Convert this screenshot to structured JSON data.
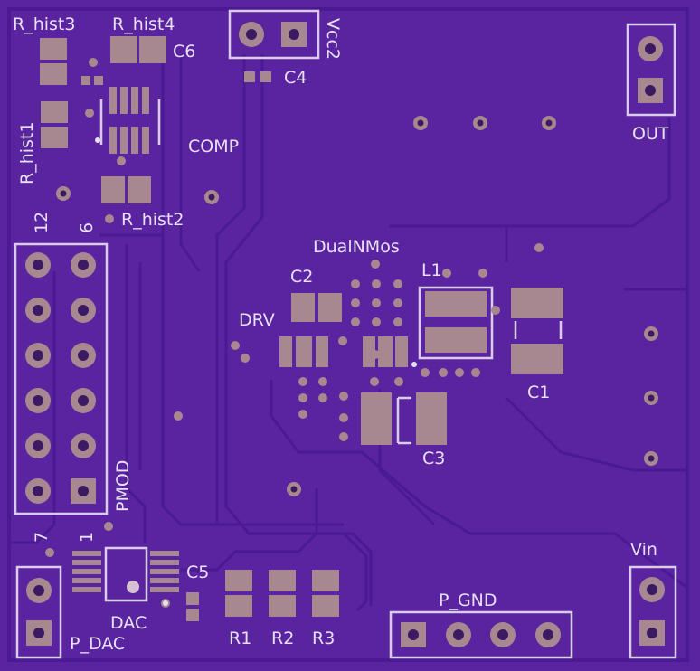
{
  "board": {
    "colors": {
      "board": "#5a24a0",
      "outline": "#3b1d72",
      "trace": "#4d1a95",
      "pad": "#a88890",
      "silk": "#e8e1f4",
      "hole": "#3b1a62"
    },
    "labels": {
      "r_hist3": "R_hist3",
      "r_hist4": "R_hist4",
      "c6": "C6",
      "vcc2": "Vcc2",
      "c4": "C4",
      "out": "OUT",
      "r_hist1": "R_hist1",
      "comp": "COMP",
      "r_hist2": "R_hist2",
      "pin12": "12",
      "pin6": "6",
      "dualnmos": "DualNMos",
      "l1": "L1",
      "c2": "C2",
      "drv": "DRV",
      "c1": "C1",
      "c3": "C3",
      "pmod": "PMOD",
      "pin7": "7",
      "pin1": "1",
      "c5": "C5",
      "dac": "DAC",
      "p_dac": "P_DAC",
      "r1": "R1",
      "r2": "R2",
      "r3": "R3",
      "p_gnd": "P_GND",
      "vin": "Vin"
    }
  }
}
